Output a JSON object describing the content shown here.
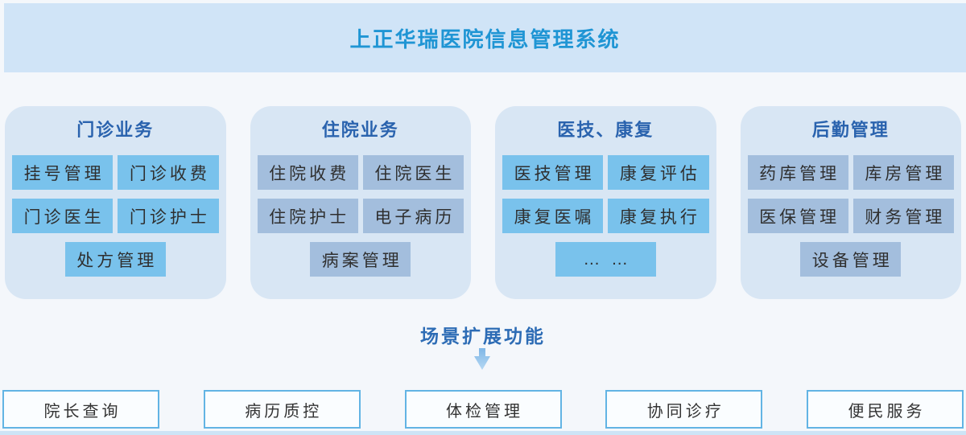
{
  "header": {
    "title": "上正华瑞医院信息管理系统"
  },
  "panels": [
    {
      "title": "门诊业务",
      "item_style": "bright",
      "items": [
        "挂号管理",
        "门诊收费",
        "门诊医生",
        "门诊护士",
        "处方管理"
      ]
    },
    {
      "title": "住院业务",
      "item_style": "muted",
      "items": [
        "住院收费",
        "住院医生",
        "住院护士",
        "电子病历",
        "病案管理"
      ]
    },
    {
      "title": "医技、康复",
      "item_style": "bright",
      "items": [
        "医技管理",
        "康复评估",
        "康复医嘱",
        "康复执行",
        "… …"
      ]
    },
    {
      "title": "后勤管理",
      "item_style": "muted",
      "items": [
        "药库管理",
        "库房管理",
        "医保管理",
        "财务管理",
        "设备管理"
      ]
    }
  ],
  "expansion": {
    "label": "场景扩展功能",
    "arrow_icon": "down-arrow"
  },
  "bottom_boxes": [
    "院长查询",
    "病历质控",
    "体检管理",
    "协同诊疗",
    "便民服务"
  ],
  "colors": {
    "page_bg": "#f4f7fb",
    "banner_bg": "#d0e4f7",
    "banner_title": "#1f95d4",
    "panel_bg": "#d8e6f4",
    "panel_title": "#2a63ae",
    "item_bright": "#79c2ec",
    "item_muted": "#a3bedd",
    "item_text": "#2f2f2f",
    "expansion_text": "#2d6cb5",
    "arrow_top": "#7eb6e6",
    "arrow_bottom": "#b5d8f3",
    "box_border": "#62b4e4",
    "box_bg": "#fafdff",
    "footer_strip": "#cde4f6"
  }
}
